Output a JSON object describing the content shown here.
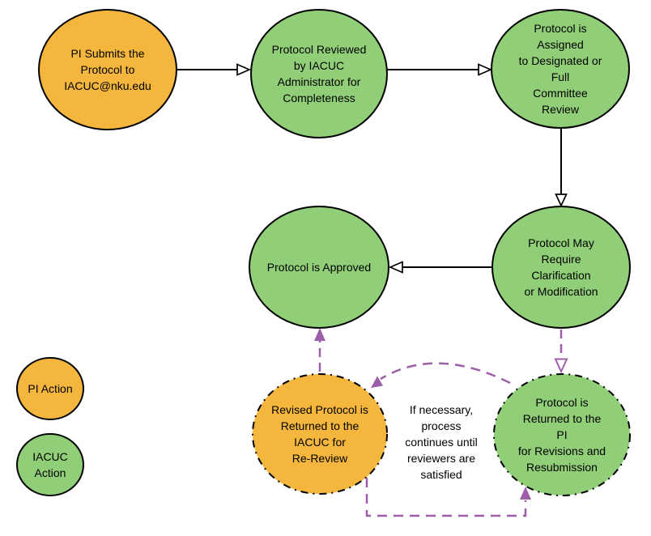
{
  "colors": {
    "pi_action": "#F4B63D",
    "iacuc_action": "#90CE78",
    "loop_purple": "#9C5FA8",
    "stroke": "#000000"
  },
  "nodes": {
    "pi_submits": {
      "label": "PI Submits the\nProtocol to\nIACUC@nku.edu"
    },
    "reviewed": {
      "label": "Protocol Reviewed\nby IACUC\nAdministrator for\nCompleteness"
    },
    "assigned": {
      "label": "Protocol is Assigned\nto Designated or Full\nCommittee Review"
    },
    "clarification": {
      "label": "Protocol May\nRequire Clarification\nor Modification"
    },
    "approved": {
      "label": "Protocol is Approved"
    },
    "revised": {
      "label": "Revised Protocol is\nReturned to the\nIACUC for\nRe-Review"
    },
    "returned": {
      "label": "Protocol is\nReturned to the PI\nfor Revisions and\nResubmission"
    }
  },
  "annotation": {
    "label": "If necessary,\nprocess\ncontinues until\nreviewers are\nsatisfied"
  },
  "legend": {
    "pi_action": {
      "label": "PI Action"
    },
    "iacuc_action": {
      "label": "IACUC\nAction"
    }
  }
}
